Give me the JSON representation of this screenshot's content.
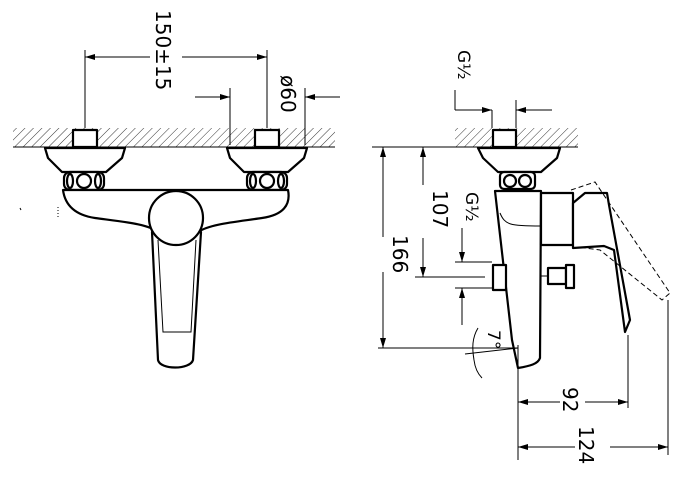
{
  "drawing": {
    "front_view": {
      "centre_distance_label": "150±15",
      "flange_diameter_label": "ø60"
    },
    "side_view": {
      "inlet_thread_label": "G½",
      "outlet_thread_label": "G½",
      "total_height_label": "166",
      "outlet_height_label": "107",
      "spout_angle_label": "7°",
      "handle_projection_label": "92",
      "total_projection_label": "124"
    }
  }
}
